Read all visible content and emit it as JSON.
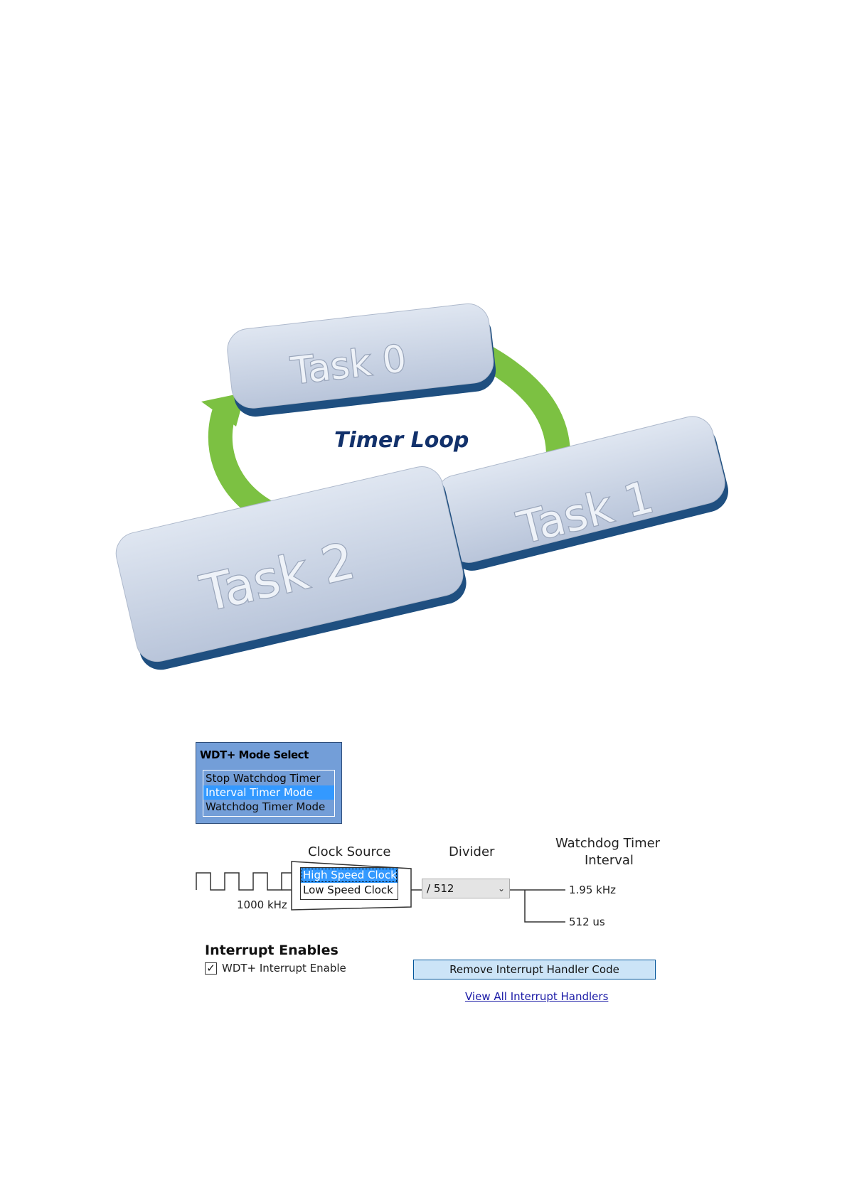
{
  "diagram": {
    "title": "Timer Loop",
    "tasks": [
      "Task 0",
      "Task 1",
      "Task 2"
    ],
    "colors": {
      "arrow": "#7cc142",
      "tile_face": "#c9d3e4",
      "tile_shadow": "#1f4f80",
      "title": "#12316b"
    }
  },
  "wdt_panel": {
    "title": "WDT+ Mode Select",
    "options": [
      "Stop Watchdog Timer",
      "Interval Timer Mode",
      "Watchdog Timer Mode"
    ],
    "selected": "Interval Timer Mode"
  },
  "clock": {
    "frequency": "1000 kHz",
    "source_label": "Clock Source",
    "options": [
      "High Speed Clock",
      "Low Speed Clock"
    ],
    "selected": "High Speed Clock"
  },
  "divider": {
    "label": "Divider",
    "value": "/ 512"
  },
  "interval": {
    "label_line1": "Watchdog Timer",
    "label_line2": "Interval",
    "frequency": "1.95 kHz",
    "period": "512 us"
  },
  "interrupts": {
    "heading": "Interrupt Enables",
    "checkbox_label": "WDT+ Interrupt Enable",
    "checked": true,
    "check_glyph": "✓",
    "remove_button": "Remove Interrupt Handler Code",
    "view_link": "View All Interrupt Handlers"
  }
}
